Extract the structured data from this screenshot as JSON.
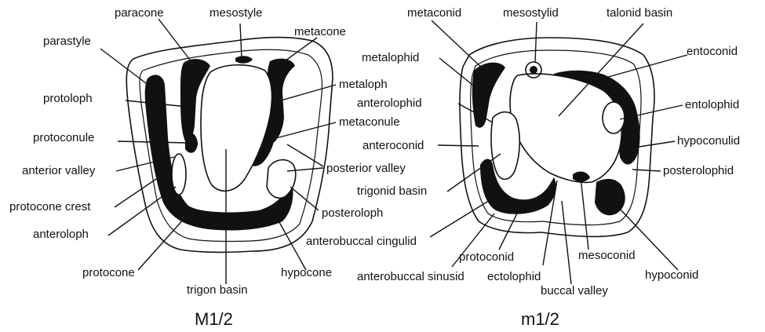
{
  "upper_molar": {
    "caption": "M1/2",
    "labels": {
      "paracone": "paracone",
      "mesostyle": "mesostyle",
      "metacone": "metacone",
      "parastyle": "parastyle",
      "metaloph": "metaloph",
      "protoloph": "protoloph",
      "metaconule": "metaconule",
      "protoconule": "protoconule",
      "posterior_valley": "posterior valley",
      "anterior_valley": "anterior valley",
      "protocone_crest": "protocone crest",
      "posteroloph": "posteroloph",
      "anteroloph": "anteroloph",
      "protocone": "protocone",
      "hypocone": "hypocone",
      "trigon_basin": "trigon basin"
    }
  },
  "lower_molar": {
    "caption": "m1/2",
    "labels": {
      "metaconid": "metaconid",
      "mesostylid": "mesostylid",
      "talonid_basin": "talonid basin",
      "entoconid": "entoconid",
      "metalophid": "metalophid",
      "anterolophid": "anterolophid",
      "entolophid": "entolophid",
      "hypoconulid": "hypoconulid",
      "anteroconid": "anteroconid",
      "posterolophid": "posterolophid",
      "trigonid_basin": "trigonid basin",
      "anterobuccal_cingulid": "anterobuccal cingulid",
      "protoconid": "protoconid",
      "mesoconid": "mesoconid",
      "hypoconid": "hypoconid",
      "anterobuccal_sinusid": "anterobuccal sinusid",
      "ectolophid": "ectolophid",
      "buccal_valley": "buccal valley"
    }
  }
}
